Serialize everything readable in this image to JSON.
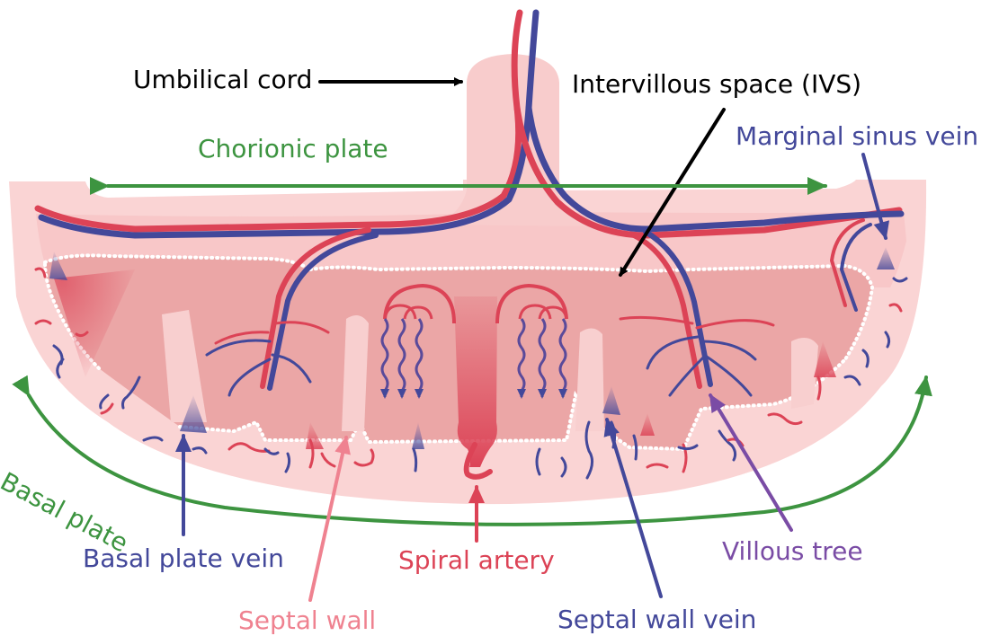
{
  "labels": {
    "umbilical_cord": "Umbilical cord",
    "intervillous_space": "Intervillous space (IVS)",
    "chorionic_plate": "Chorionic plate",
    "marginal_sinus_vein": "Marginal sinus vein",
    "basal_plate": "Basal plate",
    "basal_plate_vein": "Basal plate vein",
    "spiral_artery": "Spiral artery",
    "villous_tree": "Villous tree",
    "septal_wall": "Septal wall",
    "septal_wall_vein": "Septal wall vein"
  },
  "colors": {
    "artery_red": "#dc4356",
    "vein_blue": "#43489a",
    "plate_green": "#3d9440",
    "villous_purple": "#7a4ca5",
    "septal_pink": "#ef8290",
    "tissue_outer": "#f8cfcf",
    "tissue_inner": "#e9a5a5",
    "label_black": "#000000"
  }
}
